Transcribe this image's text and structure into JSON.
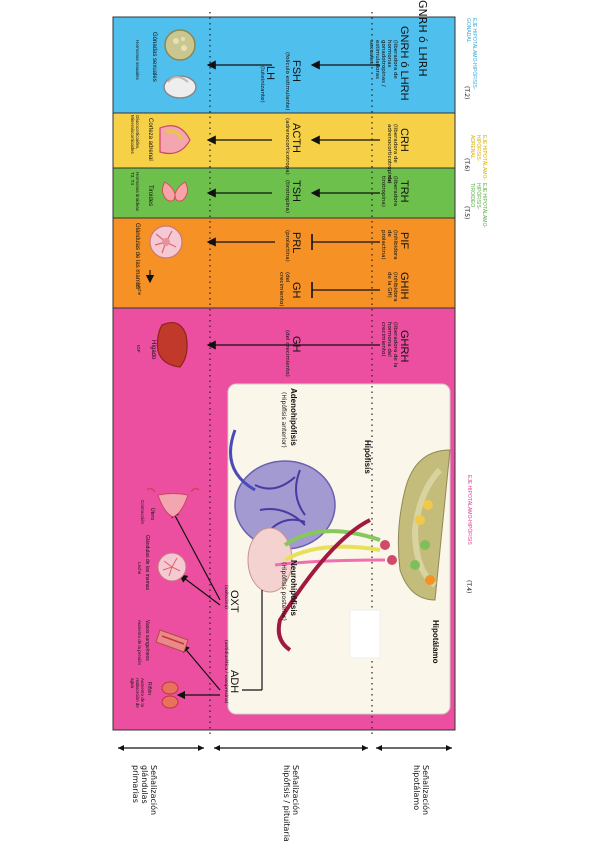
{
  "title_axes": {
    "gonadal": {
      "line1": "EJE HIPOTÁLAMO-HIPÓFISIS-",
      "line2": "GONADAL",
      "tag": "(T.2)"
    },
    "adrenal": {
      "line1": "EJE HIPOTÁLAMO-",
      "line2": "HIPÓFISIS-",
      "line3": "ADRENAL",
      "tag": "(T.6)"
    },
    "tiroideo": {
      "line1": "EJE HIPOTÁLAMO-",
      "line2": "HIPÓFISIS-",
      "line3": "TIROIDEO",
      "tag": "(T.5)"
    },
    "hipofisis": {
      "line1": "EJE HIPOTÁLAMO-HIPÓFISIS",
      "tag": "(T.4)"
    }
  },
  "bands": [
    {
      "key": "gonadal",
      "color": "#4fbfee",
      "hypo": "GNRH ó LHRH",
      "hypo_note": "(liberadora de hormonas gonadotropinas / estimuladoras sexuales)",
      "pit1": "FSH",
      "pit1_note": "(folículo estimulante)",
      "pit2": "LH",
      "pit2_note": "(luteinizante)",
      "target": "Gónadas sexuales",
      "target_note": "Hormonas sexuales"
    },
    {
      "key": "adrenal",
      "color": "#f6d147",
      "hypo": "CRH",
      "hypo_note": "(liberadora de adrenocorticotropina)",
      "pit1": "ACTH",
      "pit1_note": "(adrenocorticotropa)",
      "target": "Corteza adrenal",
      "target_note": "Glucocorticoides, Mineralocorticoides"
    },
    {
      "key": "tiroideo",
      "color": "#6cc04b",
      "hypo": "TRH",
      "hypo_note": "(liberadora de tirotropina)",
      "pit1": "TSH",
      "pit1_note": "(tirotropina)",
      "target": "Tiroides",
      "target_note": "Hormonas tiroideas T3, T4"
    },
    {
      "key": "mamas",
      "color": "#f59125",
      "hypo": "PIF",
      "hypo_note": "(inhibidora de prolactina)",
      "hypo2": "GHIH",
      "hypo2_note": "(inhibidora de la GH)",
      "pit1": "PRL",
      "pit1_note": "(prolactina)",
      "pit2": "GH",
      "pit2_note": "(del crecimiento)",
      "target": "Glándulas de las mamas",
      "target_note": "Leche"
    },
    {
      "key": "higado",
      "color": "#ec4fa0",
      "hypo": "GHRH",
      "hypo_note": "(liberadora de la hormona del crecimiento)",
      "pit1": "GH",
      "pit1_note": "(del crecimiento)",
      "target": "Hígado",
      "target_note": "IGF"
    }
  ],
  "neuro": {
    "hipotalamo": "Hipotálamo",
    "hipofisis": "Hipófisis",
    "adeno": "Adenohipófisis",
    "adeno_note": "(Hipófisis anterior)",
    "neurohip": "Neurohipófisis",
    "neurohip_note": "(Hipófisis posterior)",
    "oxt": "OXT",
    "oxt_note": "(oxitocina)",
    "adh": "ADH",
    "adh_note": "(antidiurética / vasopresina)",
    "targets": [
      {
        "label": "Útero",
        "note": "Contracción"
      },
      {
        "label": "Glándulas de las mamas",
        "note": "Leche"
      },
      {
        "label": "Vasos sanguíneos",
        "note": "Aumento de la presión"
      },
      {
        "label": "Riñón",
        "note": "Aumento de la reabsorción de agua"
      }
    ]
  },
  "levels": [
    {
      "label": "Señalización hipotálamo"
    },
    {
      "label": "Señalización hipófisis / pituitaria"
    },
    {
      "label": "Señalización glándulas primarias"
    }
  ]
}
